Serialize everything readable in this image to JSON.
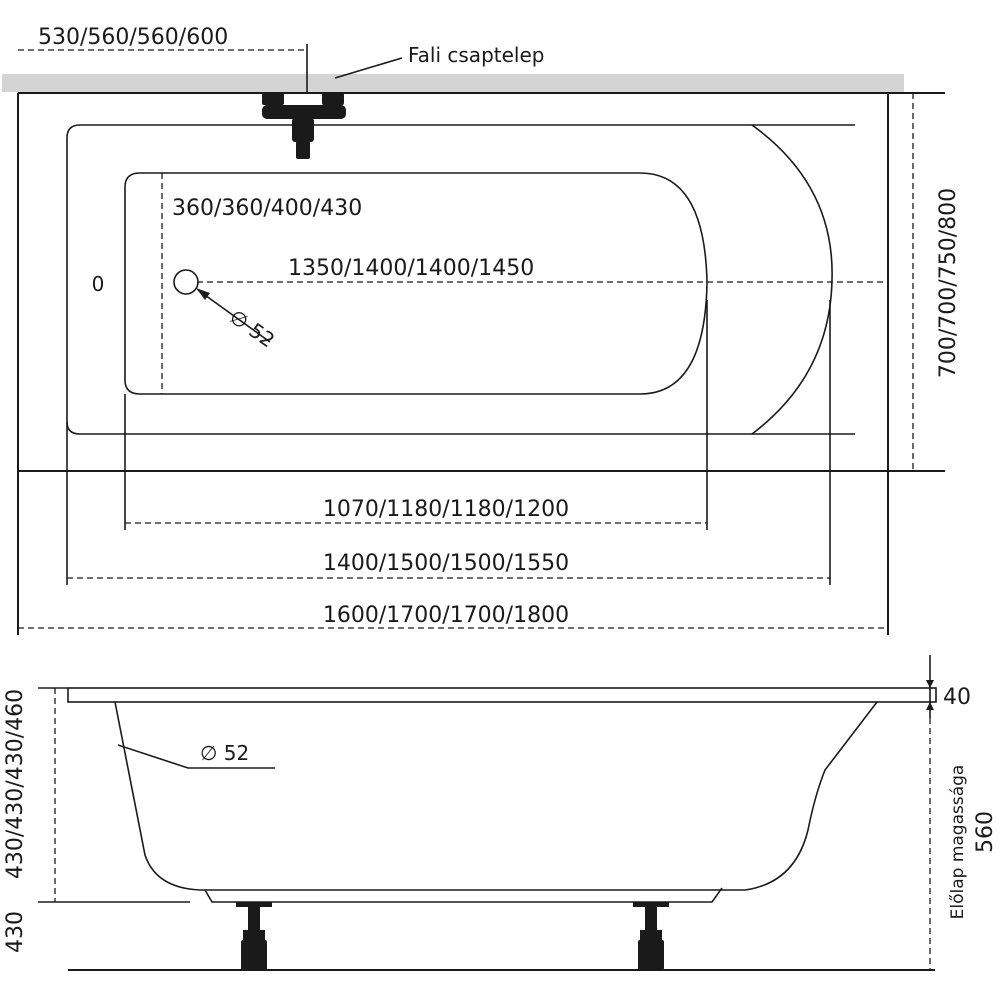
{
  "top_view": {
    "tap_offset": "530/560/560/600",
    "tap_label": "Fali csaptelep",
    "drain_offset": "360/360/400/430",
    "inner_length": "1350/1400/1400/1450",
    "drain_diameter": "∅ 52",
    "overflow_mark": "0",
    "width": "700/700/750/800",
    "bottom_length": "1070/1180/1180/1200",
    "basin_length": "1400/1500/1500/1550",
    "total_length": "1600/1700/1700/1800"
  },
  "side_view": {
    "height": "430/430/430/460",
    "low_height": "430",
    "rim_thickness": "40",
    "drain_diameter": "∅ 52",
    "front_panel_label": "Előlap magassága",
    "front_panel_height": "560"
  }
}
